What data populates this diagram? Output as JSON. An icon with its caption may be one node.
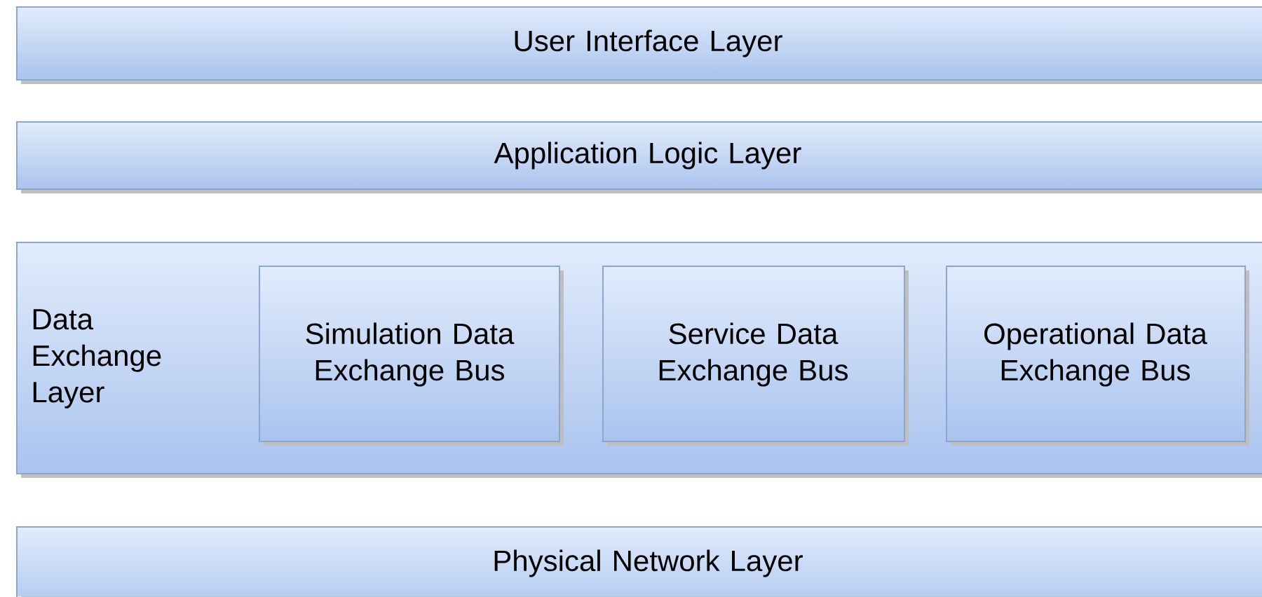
{
  "diagram": {
    "nodes": [
      {
        "text": [
          "User Interface Layer"
        ]
      },
      {
        "text": [
          "Application Logic Layer"
        ]
      },
      {
        "text": [
          "Data Exchange Layer"
        ]
      },
      {
        "text": [
          "Simulation Data Exchange Bus"
        ],
        "in": 2
      },
      {
        "text": [
          "Service Data Exchange Bus"
        ],
        "in": 2
      },
      {
        "text": [
          "Operational Data Exchange Bus"
        ],
        "in": 2
      },
      {
        "text": [
          "Physical Network Layer"
        ]
      }
    ]
  }
}
